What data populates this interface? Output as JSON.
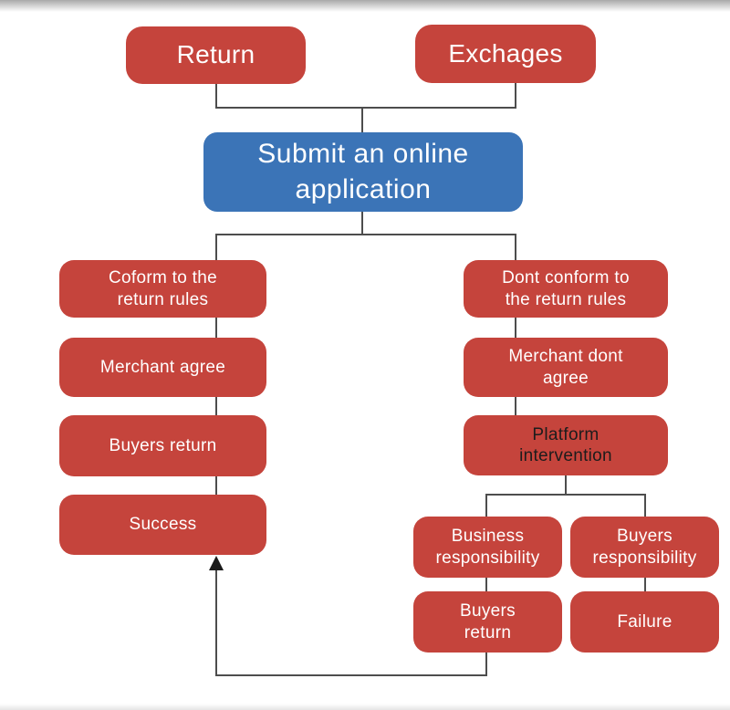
{
  "diagram": {
    "type": "flowchart",
    "background": "#ffffff"
  },
  "colors": {
    "node_red": "#c5443c",
    "node_blue": "#3b74b7",
    "connector_line": "#4d4d4d",
    "arrow": "#1a1a1a",
    "text_light": "#ffffff",
    "text_dark": "#1c1c1c",
    "top_edge_shadow": "#a9a9a9",
    "bottom_edge_shadow": "#e5e5e5"
  },
  "nodes": [
    {
      "id": "return",
      "label": "Return",
      "color": "red"
    },
    {
      "id": "exchages",
      "label": "Exchages",
      "color": "red"
    },
    {
      "id": "submit",
      "label": "Submit an online\napplication",
      "color": "blue"
    },
    {
      "id": "conform",
      "label": "Coform to the\nreturn rules",
      "color": "red"
    },
    {
      "id": "merchant-agree",
      "label": "Merchant agree",
      "color": "red"
    },
    {
      "id": "buyers-return-left",
      "label": "Buyers return",
      "color": "red"
    },
    {
      "id": "success",
      "label": "Success",
      "color": "red"
    },
    {
      "id": "dont-conform",
      "label": "Dont conform to\nthe return rules",
      "color": "red"
    },
    {
      "id": "merchant-dont-agree",
      "label": "Merchant dont\nagree",
      "color": "red"
    },
    {
      "id": "platform-intervention",
      "label": "Platform\nintervention",
      "color": "red",
      "text": "dark"
    },
    {
      "id": "business-responsibility",
      "label": "Business\nresponsibility",
      "color": "red"
    },
    {
      "id": "buyers-responsibility",
      "label": "Buyers\nresponsibility",
      "color": "red"
    },
    {
      "id": "buyers-return-bottom",
      "label": "Buyers\nreturn",
      "color": "red"
    },
    {
      "id": "failure",
      "label": "Failure",
      "color": "red"
    }
  ],
  "edges": [
    {
      "from": "return",
      "to": "submit"
    },
    {
      "from": "exchages",
      "to": "submit"
    },
    {
      "from": "submit",
      "to": "conform"
    },
    {
      "from": "submit",
      "to": "dont-conform"
    },
    {
      "from": "conform",
      "to": "merchant-agree"
    },
    {
      "from": "merchant-agree",
      "to": "buyers-return-left"
    },
    {
      "from": "buyers-return-left",
      "to": "success"
    },
    {
      "from": "dont-conform",
      "to": "merchant-dont-agree"
    },
    {
      "from": "merchant-dont-agree",
      "to": "platform-intervention"
    },
    {
      "from": "platform-intervention",
      "to": "business-responsibility"
    },
    {
      "from": "platform-intervention",
      "to": "buyers-responsibility"
    },
    {
      "from": "business-responsibility",
      "to": "buyers-return-bottom"
    },
    {
      "from": "buyers-responsibility",
      "to": "failure"
    },
    {
      "from": "buyers-return-bottom",
      "to": "success",
      "arrow": true
    }
  ]
}
